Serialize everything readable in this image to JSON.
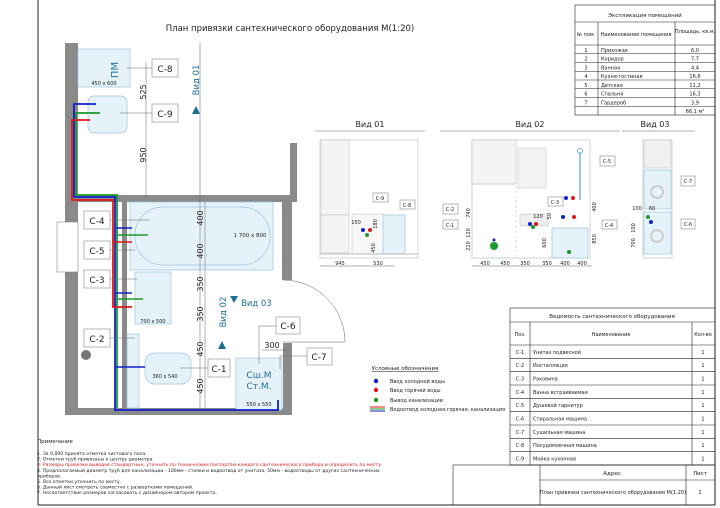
{
  "title": "План привязки сантехнического оборудования М(1:20)",
  "plan": {
    "labels": {
      "c1": "С-1",
      "c2": "С-2",
      "c3": "С-3",
      "c4": "С-4",
      "c5": "С-5",
      "c6": "С-6",
      "c7": "С-7",
      "c8": "С-8",
      "c9": "С-9"
    },
    "pm": "ПМ",
    "pm_size": "450 x 600",
    "bath_size": "1 700 x 800",
    "sink_size": "700 x 500",
    "toilet_size": "360 x 540",
    "wm_size": "550 x 550",
    "wm_label1": "Сш.М",
    "wm_label2": "Ст.М.",
    "dims": {
      "d525": "525",
      "d950": "950",
      "d400a": "400",
      "d400b": "400",
      "d350a": "350",
      "d350b": "350",
      "d450a": "450",
      "d450b": "450",
      "d300": "300"
    },
    "view01": "Вид 01",
    "view02": "Вид 02",
    "view03": "Вид 03"
  },
  "views": {
    "v1": {
      "title": "Вид 01",
      "dims": [
        "945",
        "530",
        "150",
        "180",
        "450"
      ],
      "labels": [
        "С-9",
        "С-8"
      ]
    },
    "v2": {
      "title": "Вид 02",
      "dims": [
        "740",
        "120",
        "220",
        "450",
        "450",
        "350",
        "350",
        "400",
        "400",
        "120",
        "50",
        "600",
        "400",
        "850"
      ],
      "labels": [
        "С-2",
        "С-1",
        "С-5",
        "С-3",
        "С-4"
      ]
    },
    "v3": {
      "title": "Вид 03",
      "dims": [
        "100",
        "60",
        "100",
        "700"
      ],
      "labels": [
        "С-7",
        "С-6"
      ]
    }
  },
  "legend": {
    "title": "Условные обозначения",
    "items": [
      {
        "label": "Ввод холодной воды",
        "color": "#1020c8"
      },
      {
        "label": "Ввод горячей воды",
        "color": "#e01818"
      },
      {
        "label": "Вывод канализации",
        "color": "#1a9a2a"
      },
      {
        "label": "Водоотвод холодная,горячая, канализация",
        "colors": [
          "#e01818",
          "#1a9a2a",
          "#1020c8"
        ]
      }
    ]
  },
  "colors": {
    "cold": "#1020c8",
    "hot": "#e01818",
    "sewer": "#1a9a2a",
    "wall": "#8a8a8a",
    "accent": "#1e6f96"
  },
  "rooms_table": {
    "title": "Экспликация помещений",
    "headers": [
      "№ пом.",
      "Наименование помещения",
      "Площадь, кв.м."
    ],
    "rows": [
      [
        "1",
        "Прихожая",
        "6,0"
      ],
      [
        "2",
        "Коридор",
        "7,7"
      ],
      [
        "3",
        "Ванная",
        "4,4"
      ],
      [
        "4",
        "Кухня-гостиная",
        "16,6"
      ],
      [
        "5",
        "Детская",
        "11,2"
      ],
      [
        "6",
        "Спальня",
        "16,3"
      ],
      [
        "7",
        "Гардероб",
        "3,9"
      ]
    ],
    "total": "66,1 м²"
  },
  "equipment_table": {
    "title": "Ведомость сантехнического оборудования",
    "headers": [
      "Поз.",
      "Наименование",
      "Кол-во"
    ],
    "rows": [
      [
        "С-1",
        "Унитаз подвесной",
        "1"
      ],
      [
        "С-2",
        "Инсталляция",
        "1"
      ],
      [
        "С-3",
        "Раковина",
        "1"
      ],
      [
        "С-4",
        "Ванна встраиваемая",
        "1"
      ],
      [
        "С-5",
        "Душевой гарнитур",
        "1"
      ],
      [
        "С-6",
        "Стиральная машина",
        "1"
      ],
      [
        "С-7",
        "Сушильная машина",
        "1"
      ],
      [
        "С-8",
        "Посудомоечная машина",
        "1"
      ],
      [
        "С-9",
        "Мойка кухонная",
        "1"
      ]
    ]
  },
  "title_block": {
    "address_label": "Адрес",
    "sheet_label": "Лист",
    "sheet_title": "План привязки сантехнического оборудования М(1:20)",
    "sheet_number": "1"
  },
  "notes": {
    "title": "Примечание",
    "items": [
      {
        "text": "1. За 0,000 принята отметка чистового пола.",
        "color": "#222"
      },
      {
        "text": "2. Отметки труб привязаны к центру диаметра.",
        "color": "#222"
      },
      {
        "text": "3. Размеры привязки выводов стандартные, уточнить по техническим паспортам каждого сантехнического прибора и определить по месту.",
        "color": "#e01818"
      },
      {
        "text": "4. Предполагаемый диаметр труб для канализации - 100мм - стояки и водоотвод от унитаза, 50мм - водоотводы от других сантехнических",
        "color": "#222"
      },
      {
        "text": "приборов.",
        "color": "#222"
      },
      {
        "text": "5. Все отметки уточнить по месту.",
        "color": "#222"
      },
      {
        "text": "6. Данный лист смотреть совместно с развертками помещений.",
        "color": "#222"
      },
      {
        "text": "7. Несоответствие размеров согласовать с дизайнером-автором проекта.",
        "color": "#222"
      }
    ]
  }
}
